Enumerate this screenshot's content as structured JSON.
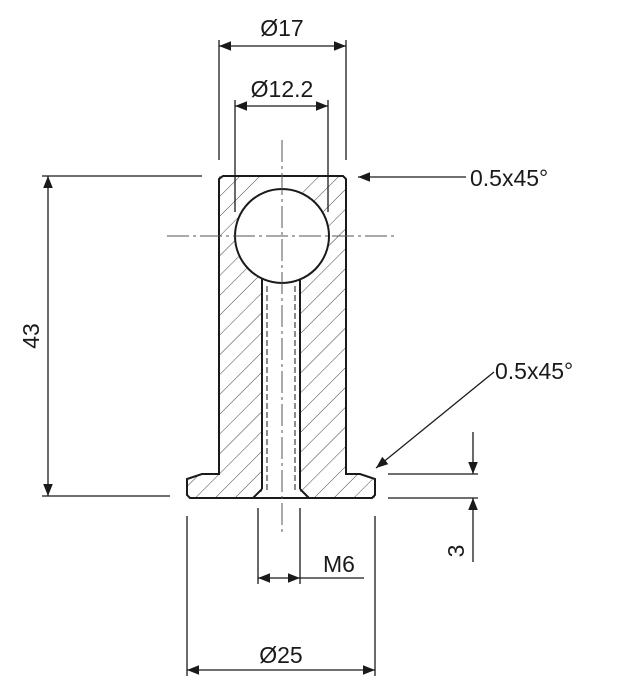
{
  "dimensions": {
    "outer_diameter": "Ø17",
    "ball_diameter": "Ø12.2",
    "height": "43",
    "flange_diameter": "Ø25",
    "flange_thickness": "3",
    "thread": "M6"
  },
  "callouts": {
    "top_chamfer": "0.5x45°",
    "bottom_chamfer": "0.5x45°"
  },
  "colors": {
    "line": "#1a1a1a",
    "hatch": "#444444",
    "centerline": "#555555",
    "background": "#ffffff"
  }
}
